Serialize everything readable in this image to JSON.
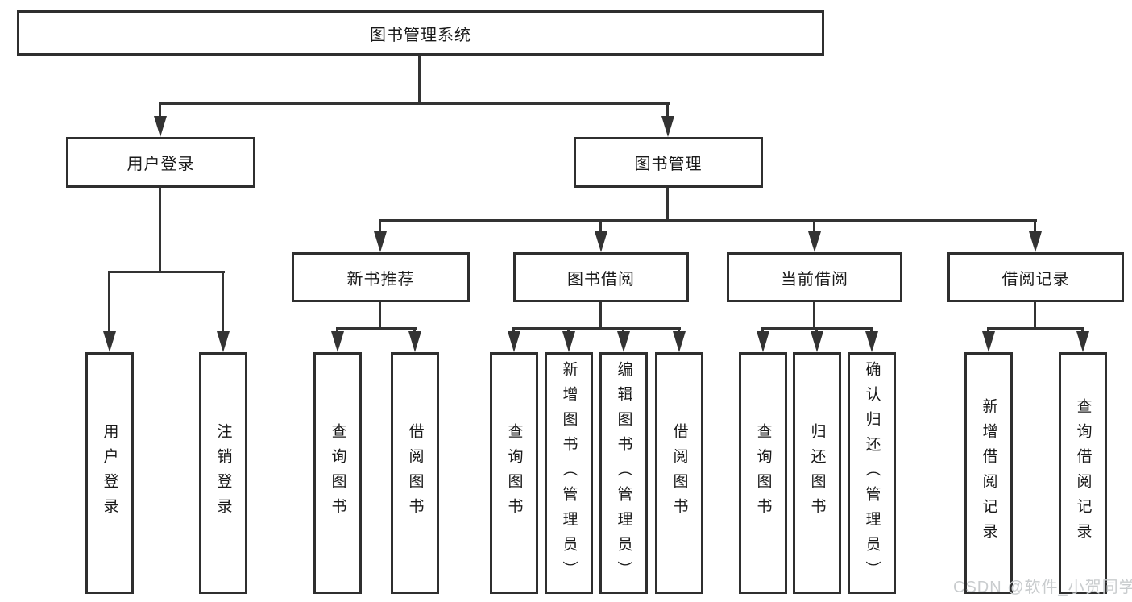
{
  "diagram": {
    "type": "hierarchy-tree",
    "root": {
      "label": "图书管理系统"
    },
    "branches": [
      {
        "label": "用户登录",
        "leaves": [
          {
            "label": "用户登录"
          },
          {
            "label": "注销登录"
          }
        ]
      },
      {
        "label": "图书管理",
        "groups": [
          {
            "label": "新书推荐",
            "leaves": [
              {
                "label": "查询图书"
              },
              {
                "label": "借阅图书"
              }
            ]
          },
          {
            "label": "图书借阅",
            "leaves": [
              {
                "label": "查询图书"
              },
              {
                "label": "新增图书（管理员）"
              },
              {
                "label": "编辑图书（管理员）"
              },
              {
                "label": "借阅图书"
              }
            ]
          },
          {
            "label": "当前借阅",
            "leaves": [
              {
                "label": "查询图书"
              },
              {
                "label": "归还图书"
              },
              {
                "label": "确认归还（管理员）"
              }
            ]
          },
          {
            "label": "借阅记录",
            "leaves": [
              {
                "label": "新增借阅记录"
              },
              {
                "label": "查询借阅记录"
              }
            ]
          }
        ]
      }
    ]
  },
  "watermark": {
    "text": "CSDN @软件_小贺同学"
  },
  "colors": {
    "line": "#333333",
    "box_border": "#2f2f2f",
    "text": "#1a1a1a",
    "watermark": "#c9ccce",
    "background": "#ffffff"
  }
}
